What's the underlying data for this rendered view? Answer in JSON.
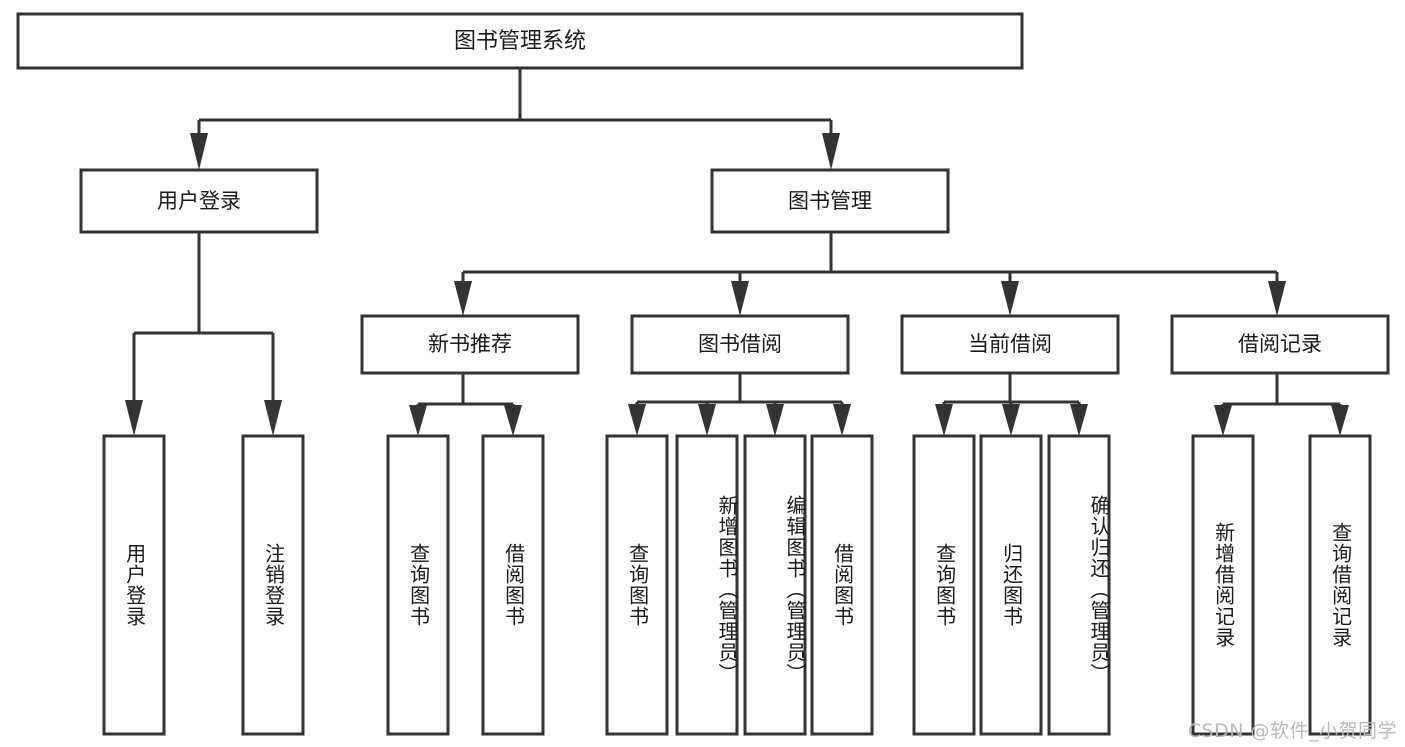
{
  "diagram": {
    "title": "图书管理系统",
    "type": "functional-decomposition-tree",
    "watermark": "CSDN @软件_小贺同学",
    "colors": {
      "stroke": "#333333",
      "fill": "#ffffff",
      "text": "#1a1a1a",
      "watermark": "#b9b9b9"
    },
    "root": {
      "label": "图书管理系统"
    },
    "level2": [
      {
        "label": "用户登录"
      },
      {
        "label": "图书管理"
      }
    ],
    "level3": [
      {
        "label": "新书推荐"
      },
      {
        "label": "图书借阅"
      },
      {
        "label": "当前借阅"
      },
      {
        "label": "借阅记录"
      }
    ],
    "leaves": {
      "user_login": [
        {
          "label": "用户登录"
        },
        {
          "label": "注销登录"
        }
      ],
      "new_book_recommend": [
        {
          "label": "查询图书"
        },
        {
          "label": "借阅图书"
        }
      ],
      "book_borrow": [
        {
          "label": "查询图书"
        },
        {
          "label": "新增图书（管理员）"
        },
        {
          "label": "编辑图书（管理员）"
        },
        {
          "label": "借阅图书"
        }
      ],
      "current_borrow": [
        {
          "label": "查询图书"
        },
        {
          "label": "归还图书"
        },
        {
          "label": "确认归还（管理员）"
        }
      ],
      "borrow_record": [
        {
          "label": "新增借阅记录"
        },
        {
          "label": "查询借阅记录"
        }
      ]
    }
  }
}
